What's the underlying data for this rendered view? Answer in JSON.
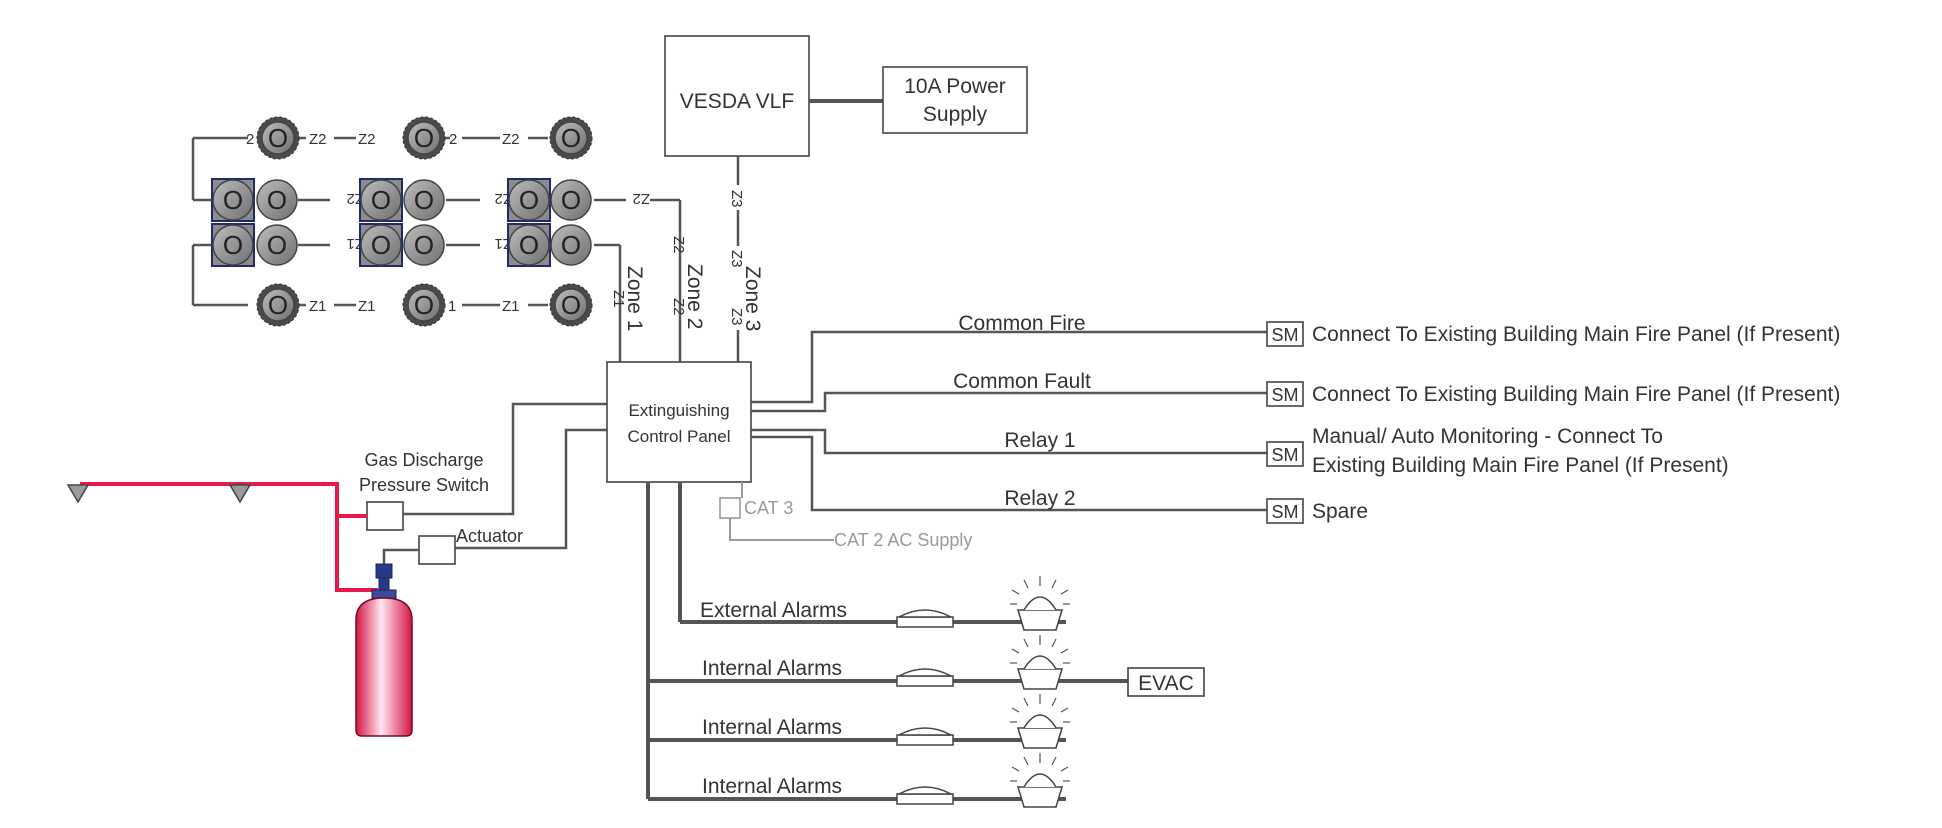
{
  "nodes": {
    "vesda": "VESDA VLF",
    "power_supply_line1": "10A Power",
    "power_supply_line2": "Supply",
    "panel_line1": "Extinguishing",
    "panel_line2": "Control Panel",
    "gas_switch_line1": "Gas Discharge",
    "gas_switch_line2": "Pressure Switch",
    "actuator": "Actuator",
    "cat3": "CAT 3",
    "cat2": "CAT 2 AC Supply",
    "evac": "EVAC",
    "detector_glyph": "O"
  },
  "zones": {
    "zone1": "Zone 1",
    "zone2": "Zone 2",
    "zone3": "Zone 3",
    "z1": "Z1",
    "z2": "Z2",
    "z3": "Z3",
    "z1_short": "1",
    "z2_short": "2"
  },
  "outputs": [
    {
      "wire_label": "Common Fire",
      "module": "SM",
      "destination": "Connect To Existing Building Main Fire Panel (If Present)",
      "destination2": ""
    },
    {
      "wire_label": "Common Fault",
      "module": "SM",
      "destination": "Connect To Existing Building Main Fire Panel (If Present)",
      "destination2": ""
    },
    {
      "wire_label": "Relay 1",
      "module": "SM",
      "destination": "Manual/ Auto Monitoring - Connect To",
      "destination2": "Existing Building Main Fire Panel (If Present)"
    },
    {
      "wire_label": "Relay 2",
      "module": "SM",
      "destination": "Spare",
      "destination2": ""
    }
  ],
  "alarms": [
    {
      "label": "External Alarms"
    },
    {
      "label": "Internal Alarms"
    },
    {
      "label": "Internal Alarms"
    },
    {
      "label": "Internal Alarms"
    }
  ],
  "colors": {
    "wire": "#555555",
    "pipe": "#e8194a",
    "detector": "#8c8c8c",
    "muted": "#9a9a9a"
  }
}
